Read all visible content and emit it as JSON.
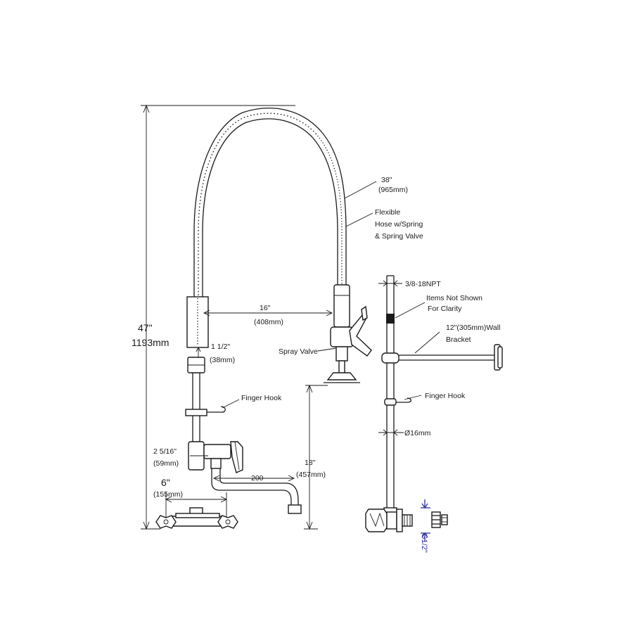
{
  "dimensions": {
    "overall_height_in": "47\"",
    "overall_height_mm": "1193mm",
    "hose_length_in": "38\"",
    "hose_length_mm": "(965mm)",
    "reach_in": "16\"",
    "reach_mm": "(408mm)",
    "riser_gap_in": "1 1/2\"",
    "riser_gap_mm": "(38mm)",
    "outlet_offset_in": "2 5/16\"",
    "outlet_offset_mm": "(59mm)",
    "center_spacing_in": "6\"",
    "center_spacing_mm": "(155mm)",
    "spout_length": "200",
    "spray_height_in": "18\"",
    "spray_height_mm": "(457mm)",
    "riser_diameter": "Ø16mm",
    "thread": "3/8-18NPT",
    "inlet_thread": "G1/2\""
  },
  "labels": {
    "flexible_hose_1": "Flexible",
    "flexible_hose_2": "Hose w/Spring",
    "flexible_hose_3": "& Spring Valve",
    "spray_valve": "Spray Valve",
    "finger_hook_front": "Finger Hook",
    "finger_hook_side": "Finger Hook",
    "items_not_shown_1": "Items Not Shown",
    "items_not_shown_2": "For Clarity",
    "wall_bracket_1": "12\"(305mm)Wall",
    "wall_bracket_2": "Bracket"
  },
  "colors": {
    "line": "#1a1a1a",
    "inlet_dimension": "#3030a8"
  }
}
